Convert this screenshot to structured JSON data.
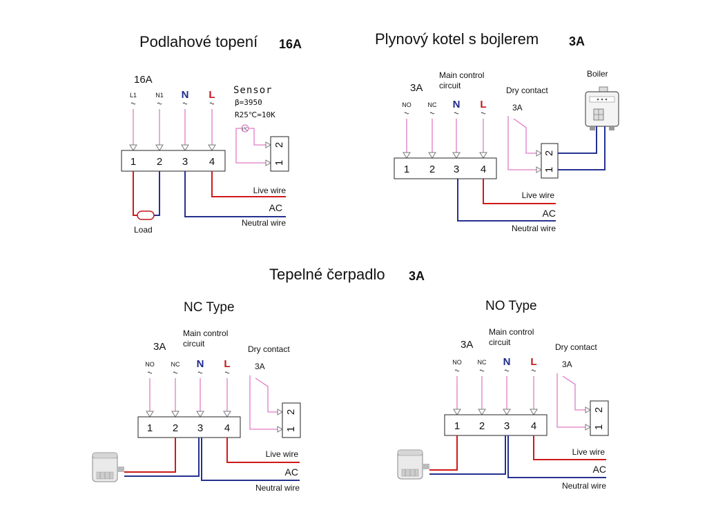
{
  "colors": {
    "live": "#d01818",
    "neutral": "#24308f",
    "signal": "#e07ac6"
  },
  "floor": {
    "title": "Podlahové topení",
    "rating": "16A",
    "current": "16A",
    "terminals": [
      "L1",
      "N1",
      "N",
      "L"
    ],
    "numbers": [
      "1",
      "2",
      "3",
      "4"
    ],
    "sensor": {
      "title": "Sensor",
      "beta": "β=3950",
      "r25": "R25℃=10K",
      "symbol": "t℃",
      "pins": [
        "2",
        "1"
      ]
    },
    "load": "Load",
    "live": "Live wire",
    "ac": "AC",
    "neutral": "Neutral wire"
  },
  "boiler": {
    "title": "Plynový kotel s bojlerem",
    "rating": "3A",
    "current": "3A",
    "main_control": [
      "Main control",
      "circuit"
    ],
    "terminals": [
      "NO",
      "NC",
      "N",
      "L"
    ],
    "numbers": [
      "1",
      "2",
      "3",
      "4"
    ],
    "dry_contact": "Dry contact",
    "dry_current": "3A",
    "dry_pins": [
      "2",
      "1"
    ],
    "boiler_label": "Boiler",
    "live": "Live wire",
    "ac": "AC",
    "neutral": "Neutral wire"
  },
  "heat_pump": {
    "title": "Tepelné čerpadlo",
    "rating": "3A",
    "nc": {
      "title": "NC Type",
      "current": "3A",
      "main_control": [
        "Main control",
        "circuit"
      ],
      "terminals": [
        "NO",
        "NC",
        "N",
        "L"
      ],
      "numbers": [
        "1",
        "2",
        "3",
        "4"
      ],
      "dry_contact": "Dry contact",
      "dry_current": "3A",
      "dry_pins": [
        "2",
        "1"
      ],
      "live": "Live wire",
      "ac": "AC",
      "neutral": "Neutral wire"
    },
    "no": {
      "title": "NO Type",
      "current": "3A",
      "main_control": [
        "Main control",
        "circuit"
      ],
      "terminals": [
        "NO",
        "NC",
        "N",
        "L"
      ],
      "numbers": [
        "1",
        "2",
        "3",
        "4"
      ],
      "dry_contact": "Dry contact",
      "dry_current": "3A",
      "dry_pins": [
        "2",
        "1"
      ],
      "live": "Live wire",
      "ac": "AC",
      "neutral": "Neutral wire"
    }
  }
}
